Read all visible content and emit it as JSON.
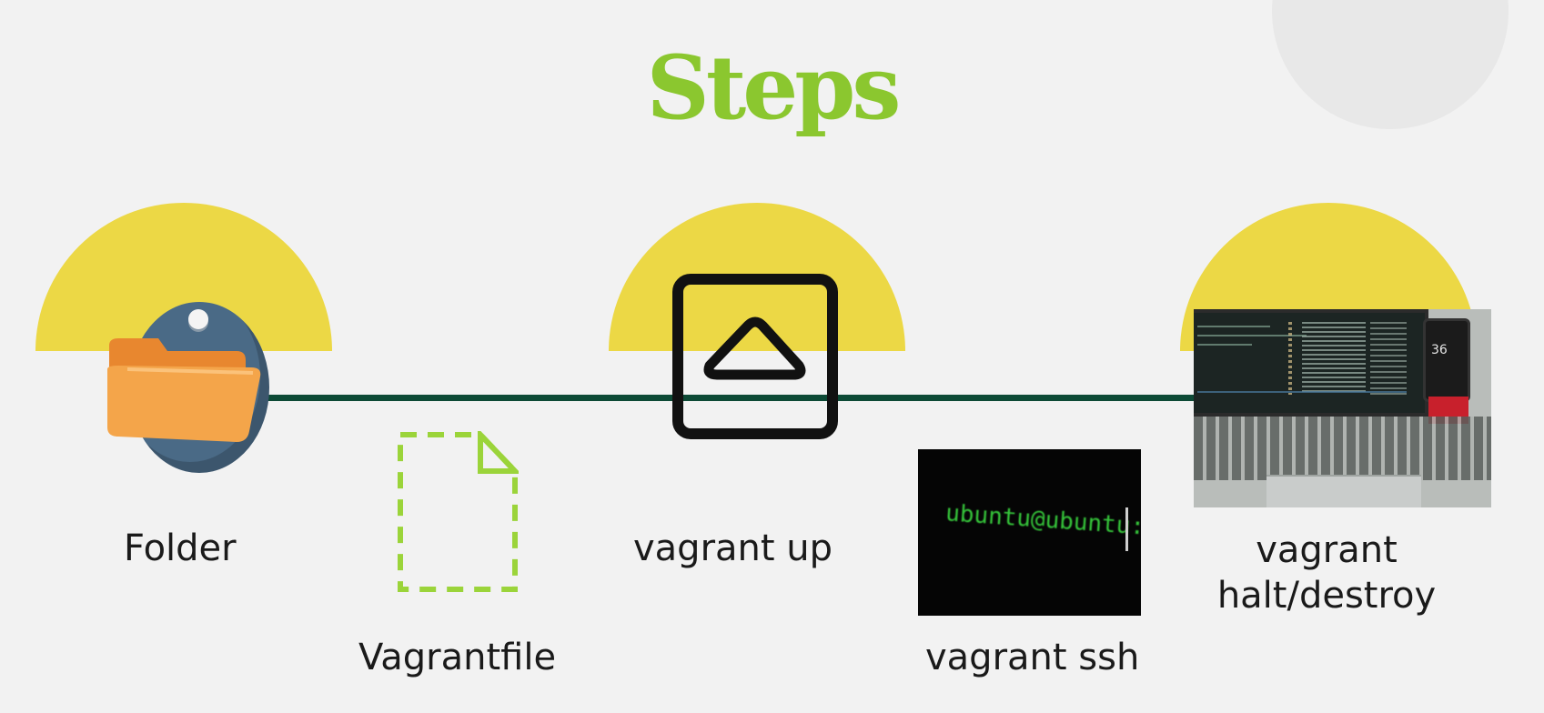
{
  "title": "Steps",
  "colors": {
    "title": "#8bc72f",
    "semicircle": "#ecd845",
    "timeline": "#0d4a36",
    "background": "#f2f2f2"
  },
  "steps": [
    {
      "label": "Folder",
      "icon": "folder-icon"
    },
    {
      "label": "Vagrantfile",
      "icon": "file-icon"
    },
    {
      "label": "vagrant up",
      "icon": "up-arrow-box-icon"
    },
    {
      "label": "vagrant ssh",
      "icon": "terminal-image",
      "terminal": {
        "prompt": "ubuntu@ubuntu",
        "colon": ":",
        "tilde": "~",
        "dollar": "$"
      }
    },
    {
      "label_line1": "vagrant",
      "label_line2": "halt/destroy",
      "icon": "laptop-photo"
    }
  ]
}
